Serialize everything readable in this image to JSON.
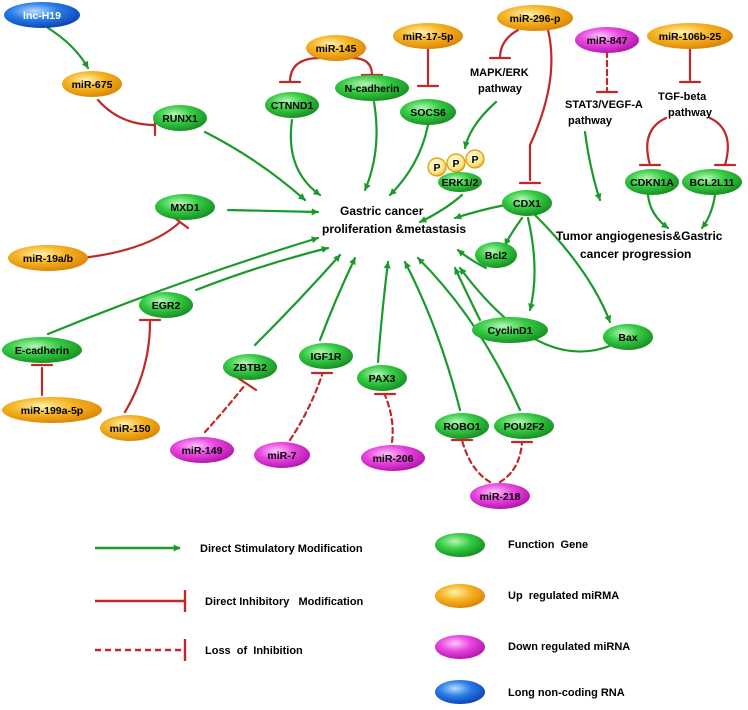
{
  "center": {
    "line1": "Gastric cancer",
    "line2": "proliferation &metastasis"
  },
  "angio": {
    "line1": "Tumor angiogenesis&Gastric",
    "line2": "cancer progression"
  },
  "pathways": {
    "mapk": {
      "line1": "MAPK/ERK",
      "line2": "pathway"
    },
    "stat3": {
      "line1": "STAT3/VEGF-A",
      "line2": "pathway"
    },
    "tgf": {
      "line1": "TGF-beta",
      "line2": "pathway"
    }
  },
  "phospho": [
    "P",
    "P",
    "P"
  ],
  "nodes": {
    "lnc_h19": "lnc-H19",
    "mir_675": "miR-675",
    "runx1": "RUNX1",
    "mir_145": "miR-145",
    "ctnnd1": "CTNND1",
    "n_cadherin": "N-cadherin",
    "mir_17_5p": "miR-17-5p",
    "socs6": "SOCS6",
    "mir_296_p": "miR-296-p",
    "erk12": "ERK1/2",
    "cdx1": "CDX1",
    "mir_847": "miR-847",
    "mir_106b_25": "miR-106b-25",
    "cdkn1a": "CDKN1A",
    "bcl2l11": "BCL2L11",
    "mxd1": "MXD1",
    "mir_19ab": "miR-19a/b",
    "bcl2": "Bcl2",
    "cyclind1": "CyclinD1",
    "bax": "Bax",
    "e_cadherin": "E-cadherin",
    "egr2": "EGR2",
    "zbtb2": "ZBTB2",
    "igf1r": "IGF1R",
    "pax3": "PAX3",
    "robo1": "ROBO1",
    "pou2f2": "POU2F2",
    "mir_199a_5p": "miR-199a-5p",
    "mir_150": "miR-150",
    "mir_149": "miR-149",
    "mir_7": "miR-7",
    "mir_206": "miR-206",
    "mir_218": "miR-218"
  },
  "legend": {
    "stim": "Direct Stimulatory Modification",
    "inhib": "Direct Inhibitory   Modification",
    "loss": "Loss  of  Inhibition",
    "func": "Function  Gene",
    "up": "Up  regulated miRMA",
    "down": "Down regulated miRNA",
    "lnc": "Long non-coding RNA"
  },
  "colors": {
    "green": "#1a9a2a",
    "red": "#c0282a",
    "gene": "#28c03a",
    "up_mirna": "#f0a818",
    "down_mirna": "#e040d8",
    "lncrna": "#1a6ee0"
  }
}
